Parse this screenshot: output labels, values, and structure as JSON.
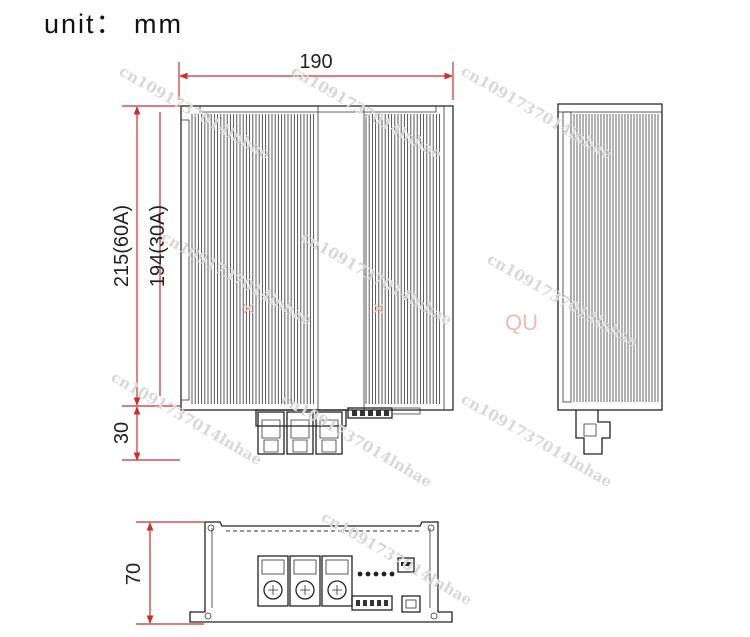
{
  "unit_label": "unit： mm",
  "dimensions": {
    "width": "190",
    "height_60a": "215(60A)",
    "height_30a": "194(30A)",
    "terminal_height": "30",
    "depth": "70"
  },
  "watermark_text": "cn1091737014lnhae",
  "colors": {
    "dimension_line": "#d42a2a",
    "outline": "#222222",
    "watermark": "#d8d8d8"
  }
}
